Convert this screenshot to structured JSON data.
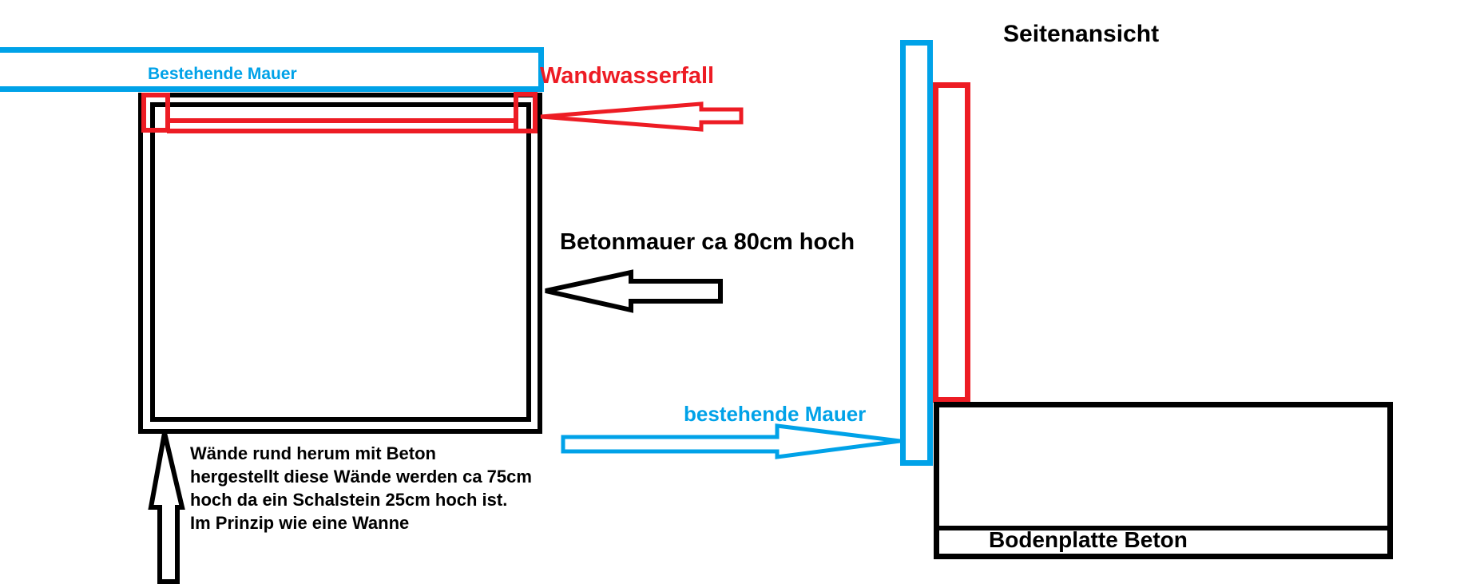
{
  "colors": {
    "blue": "#00A2E8",
    "red": "#ED1C24",
    "black": "#000000",
    "background": "#FFFFFF"
  },
  "top_view": {
    "existing_wall_label": "Bestehende Mauer",
    "waterfall_label": "Wandwasserfall",
    "concrete_wall_label": "Betonmauer ca 80cm hoch",
    "note_lines": [
      "Wände rund herum mit Beton",
      "hergestellt diese Wände werden ca 75cm",
      "hoch da ein Schalstein 25cm hoch ist.",
      "Im Prinzip wie eine Wanne"
    ]
  },
  "side_view": {
    "title": "Seitenansicht",
    "existing_wall_label": "bestehende Mauer",
    "base_plate_label": "Bodenplatte Beton"
  }
}
